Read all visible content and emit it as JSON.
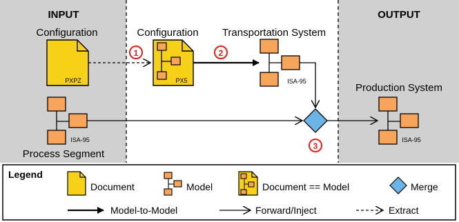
{
  "panels": {
    "input": {
      "title": "INPUT",
      "color": "#d0d0d0"
    },
    "output": {
      "title": "OUTPUT",
      "color": "#d0d0d0"
    }
  },
  "items": {
    "input_config": {
      "label": "Configuration",
      "doc_label": "PXPZ"
    },
    "mid_config": {
      "label": "Configuration",
      "doc_label": "PX5"
    },
    "transport": {
      "label": "Transportation System",
      "model_label": "ISA-95"
    },
    "process": {
      "label": "Process Segment",
      "model_label": "ISA-95"
    },
    "production": {
      "label": "Production System",
      "model_label": "ISA-95"
    }
  },
  "steps": [
    {
      "num": "1",
      "color": "#e32119"
    },
    {
      "num": "2",
      "color": "#e32119"
    },
    {
      "num": "3",
      "color": "#e32119"
    }
  ],
  "legend": {
    "title": "Legend",
    "document": "Document",
    "model": "Model",
    "doc_model": "Document == Model",
    "merge": "Merge",
    "m2m": "Model-to-Model",
    "forward": "Forward/Inject",
    "extract": "Extract"
  },
  "colors": {
    "document": "#f7d117",
    "model_box": "#f8a55c",
    "merge": "#6bb4e6"
  }
}
